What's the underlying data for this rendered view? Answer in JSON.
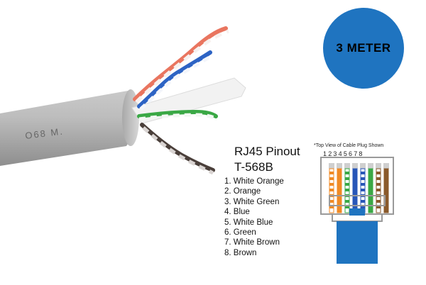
{
  "badge": {
    "label": "3 METER",
    "color": "#1f74c0"
  },
  "cable": {
    "jacket_print": "O68 M."
  },
  "pinout": {
    "title": "RJ45 Pinout",
    "standard": "T-568B",
    "note": "*Top View of Cable Plug Shown",
    "pin_numbers": [
      "1",
      "2",
      "3",
      "4",
      "5",
      "6",
      "7",
      "8"
    ],
    "wires": [
      {
        "label": "1. White Orange",
        "base": "#ffffff",
        "stripe": "#f08a24"
      },
      {
        "label": "2. Orange",
        "base": "#f08a24",
        "stripe": "#f08a24"
      },
      {
        "label": "3. White Green",
        "base": "#ffffff",
        "stripe": "#3aa845"
      },
      {
        "label": "4. Blue",
        "base": "#2856b8",
        "stripe": "#2856b8"
      },
      {
        "label": "5. White Blue",
        "base": "#ffffff",
        "stripe": "#2856b8"
      },
      {
        "label": "6. Green",
        "base": "#3aa845",
        "stripe": "#3aa845"
      },
      {
        "label": "7. White Brown",
        "base": "#ffffff",
        "stripe": "#8a5a2b"
      },
      {
        "label": "8. Brown",
        "base": "#8a5a2b",
        "stripe": "#8a5a2b"
      }
    ],
    "boot_color": "#1f74c0"
  }
}
